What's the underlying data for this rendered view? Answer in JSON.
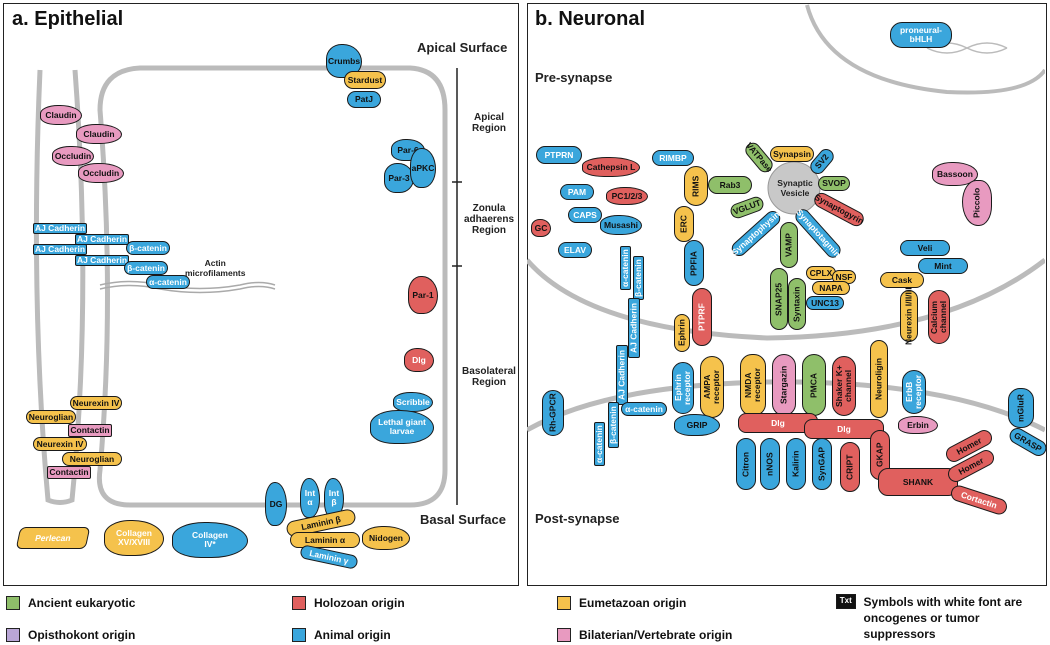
{
  "panel_a": {
    "title": "a. Epithelial",
    "labels": {
      "apical_surface": "Apical Surface",
      "apical_region": "Apical\nRegion",
      "zonula": "Zonula\nadhaerens\nRegion",
      "basolateral": "Basolateral\nRegion",
      "basal_surface": "Basal Surface",
      "actin": "Actin\nmicrofilaments"
    },
    "nodes": {
      "crumbs": "Crumbs",
      "stardust": "Stardust",
      "patj": "PatJ",
      "par6": "Par-6",
      "par3": "Par-3",
      "apkc": "aPKC",
      "claudin1": "Claudin",
      "claudin2": "Claudin",
      "occludin1": "Occludin",
      "occludin2": "Occludin",
      "ajc1": "AJ Cadherin",
      "ajc2": "AJ Cadherin",
      "ajc3": "AJ Cadherin",
      "ajc4": "AJ Cadherin",
      "bcat1": "β-catenin",
      "bcat2": "β-catenin",
      "acat": "α-catenin",
      "par1": "Par-1",
      "dlg": "Dlg",
      "scribble": "Scribble",
      "lgl": "Lethal giant\nlarvae",
      "nrx1": "Neurexin IV",
      "nrg1": "Neuroglian",
      "cont1": "Contactin",
      "nrx2": "Neurexin IV",
      "nrg2": "Neuroglian",
      "cont2": "Contactin",
      "perlecan": "Perlecan",
      "collagen15": "Collagen\nXV/XVIII",
      "collagen4": "Collagen\nIV*",
      "dg": "DG",
      "inta": "Int\nα",
      "intb": "Int\nβ",
      "lamb": "Laminin β",
      "lama": "Laminin α",
      "lamg": "Laminin γ",
      "nidogen": "Nidogen"
    }
  },
  "panel_b": {
    "title": "b. Neuronal",
    "labels": {
      "pre": "Pre-synapse",
      "post": "Post-synapse",
      "sv": "Synaptic\nVesicle"
    },
    "nodes": {
      "proneural": "proneural-\nbHLH",
      "ptprn": "PTPRN",
      "cathl": "Cathepsin L",
      "pam": "PAM",
      "pc": "PC1/2/3",
      "caps": "CAPS",
      "musashi": "Musashi",
      "gc": "GC",
      "elav": "ELAV",
      "rimbp": "RIMBP",
      "rims": "RIMS",
      "rab3": "Rab3",
      "erc": "ERC",
      "ppfia": "PPFIA",
      "synapsin": "Synapsin",
      "vatpase": "VATPase",
      "sv2": "SV2",
      "svop": "SVOP",
      "vglut": "VGLUT",
      "synaptogyrin": "Synaptogyrin",
      "synaptophysin": "Synaptophysin",
      "synaptotagmin": "Synaptotagmin",
      "vamp": "VAMP",
      "snap25": "SNAP25",
      "syntaxin": "Syntaxin",
      "cplx": "CPLX",
      "nsf": "NSF",
      "napa": "NAPA",
      "unc13": "UNC13",
      "bassoon": "Bassoon",
      "piccolo": "Piccolo",
      "veli": "Veli",
      "mint": "Mint",
      "cask": "Cask",
      "neurexin": "Neurexin I/II/III",
      "cachan": "Calcium\nchannel",
      "ptprf": "PTPRF",
      "ephrin": "Ephrin",
      "acat": "α-catenin",
      "bcat": "β-catenin",
      "ajc1": "AJ Cadherin",
      "ajc2": "AJ Cadherin",
      "bcat2": "β-catenin",
      "acat2": "α-catenin",
      "ephr": "Ephrin\nreceptor",
      "ampa": "AMPA\nreceptor",
      "nmda": "NMDA\nreceptor",
      "stargazin": "Stargazin",
      "pmca": "PMCA",
      "shaker": "Shaker K+\nchannel",
      "neuroligin": "Neuroligin",
      "erbb": "ErbB\nreceptor",
      "erbin": "Erbin",
      "fz": "Rh-GPCR",
      "grip": "GRIP",
      "dlg1": "Dlg",
      "dlg2": "Dlg",
      "citron": "Citron",
      "nnos": "nNOS",
      "kalirin": "Kalirin",
      "syngap": "SynGAP",
      "cript": "CRIPT",
      "gkap": "GKAP",
      "shank": "SHANK",
      "homer1": "Homer",
      "homer2": "Homer",
      "cortactin": "Cortactin",
      "mglur": "mGluR",
      "grasp": "GRASP"
    }
  },
  "legend": [
    {
      "label": "Ancient eukaryotic",
      "color": "#8fbf6a"
    },
    {
      "label": "Holozoan origin",
      "color": "#e0605e"
    },
    {
      "label": "Eumetazoan origin",
      "color": "#f5c24c"
    },
    {
      "label": "Opisthokont origin",
      "color": "#b9a6d6"
    },
    {
      "label": "Animal origin",
      "color": "#3aa6dc"
    },
    {
      "label": "Bilaterian/Vertebrate origin",
      "color": "#e89ac0"
    }
  ],
  "legend_txt": {
    "icon": "Txt",
    "text": "Symbols with white font are\noncogenes or tumor suppressors"
  }
}
